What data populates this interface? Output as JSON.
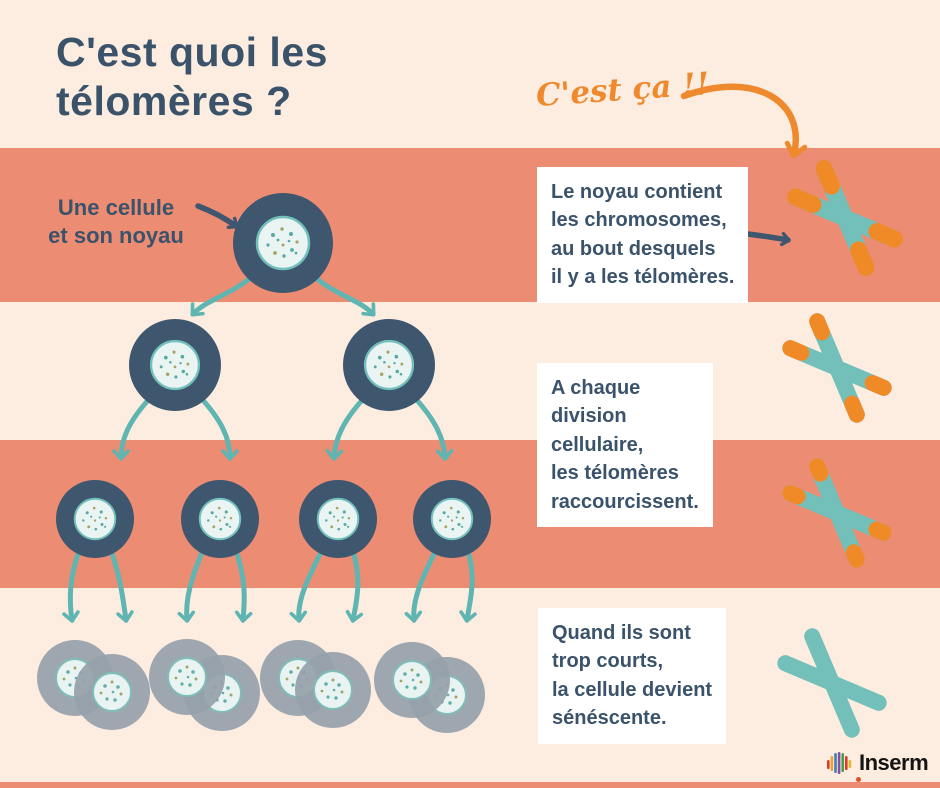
{
  "title": {
    "line1": "C'est quoi les",
    "line2": "télomères ?"
  },
  "annotation": "C'est ça !!",
  "cell_label": {
    "line1": "Une cellule",
    "line2": "et son noyau"
  },
  "boxes": [
    {
      "lines": [
        "Le noyau contient",
        "les chromosomes,",
        "au bout desquels",
        "il y a les télomères."
      ]
    },
    {
      "lines": [
        "A chaque",
        "division",
        "cellulaire,",
        "les télomères",
        "raccourcissent."
      ]
    },
    {
      "lines": [
        "Quand ils sont",
        "trop courts,",
        "la cellule devient",
        "sénéscente."
      ]
    }
  ],
  "logo": {
    "text": "Inserm"
  },
  "icons": {
    "chromosome": "chromosome-icon",
    "cell": "cell-icon",
    "senescent_cell": "senescent-cell-icon",
    "arrow": "arrow-icon",
    "logo_mark": "inserm-logo-icon"
  },
  "colors": {
    "background": "#FCEDE0",
    "band": "#EC8C72",
    "ink": "#3A536B",
    "teal_arrow": "#5FB5B1",
    "chromosome_teal": "#73BFBA",
    "telomere_orange": "#F08A27",
    "annotation_orange": "#EE8A2D",
    "cell_body": "#3E566E",
    "senescent_gray": "#97A0AB",
    "box_background": "#FFFFFF"
  }
}
